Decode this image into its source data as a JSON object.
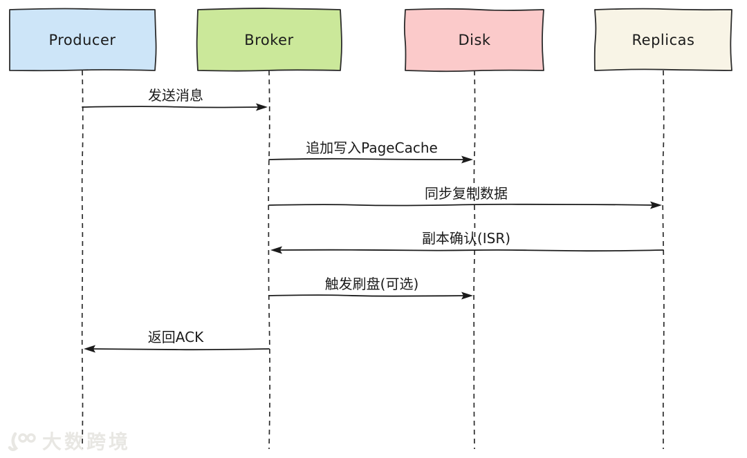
{
  "diagram": {
    "type": "sequence-diagram",
    "background_color": "#ffffff",
    "stroke_color": "#2b2b2b",
    "text_color": "#1b1b1b",
    "actors": [
      {
        "id": "producer",
        "label": "Producer",
        "fill": "#cde5f8"
      },
      {
        "id": "broker",
        "label": "Broker",
        "fill": "#cbe89a"
      },
      {
        "id": "disk",
        "label": "Disk",
        "fill": "#fbcaca"
      },
      {
        "id": "replicas",
        "label": "Replicas",
        "fill": "#f8f4e6"
      }
    ],
    "messages": [
      {
        "label": "发送消息",
        "from": "producer",
        "to": "broker"
      },
      {
        "label": "追加写入PageCache",
        "from": "broker",
        "to": "disk"
      },
      {
        "label": "同步复制数据",
        "from": "broker",
        "to": "replicas"
      },
      {
        "label": "副本确认(ISR)",
        "from": "replicas",
        "to": "broker"
      },
      {
        "label": "触发刷盘(可选)",
        "from": "broker",
        "to": "disk"
      },
      {
        "label": "返回ACK",
        "from": "broker",
        "to": "producer"
      }
    ]
  },
  "watermark": {
    "text": "大数跨境",
    "color": "#e8e7e3"
  }
}
